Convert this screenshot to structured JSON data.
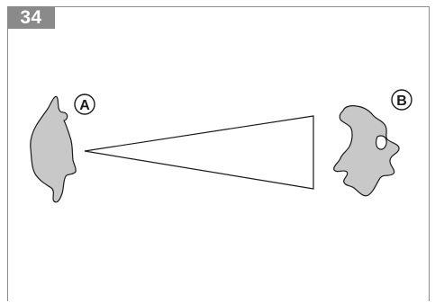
{
  "page_number": "34",
  "labels": {
    "a": "A",
    "b": "B"
  },
  "colors": {
    "badge_bg": "#8a8a8a",
    "animal_fill": "#c8c8c8",
    "stroke": "#1a1a1a",
    "frame": "#8c8c8c"
  },
  "icons": {
    "animal_a": "standing-animal-silhouette-icon",
    "animal_b": "leaping-animal-silhouette-icon"
  }
}
